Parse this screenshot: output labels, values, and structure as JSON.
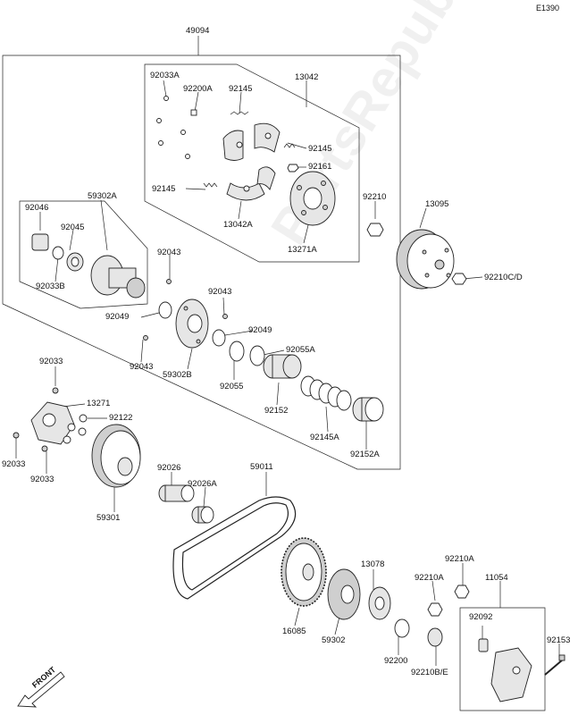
{
  "diagram_code": "E1390",
  "watermark": "PartsRepublik",
  "front_label": "FRONT",
  "labels": {
    "p49094": "49094",
    "p13042": "13042",
    "p92033A": "92033A",
    "p92200A": "92200A",
    "p92145a": "92145",
    "p92145b": "92145",
    "p92161": "92161",
    "p92145c": "92145",
    "p13042A": "13042A",
    "p13271A": "13271A",
    "p92210": "92210",
    "p13095": "13095",
    "p92210CD": "92210C/D",
    "p92046": "92046",
    "p59302A": "59302A",
    "p92045": "92045",
    "p92033B": "92033B",
    "p92043a": "92043",
    "p92043b": "92043",
    "p92049a": "92049",
    "p92049b": "92049",
    "p92055A": "92055A",
    "p92043c": "92043",
    "p59302B": "59302B",
    "p92055": "92055",
    "p92152": "92152",
    "p92145A": "92145A",
    "p92152A": "92152A",
    "p92033a": "92033",
    "p13271": "13271",
    "p92122": "92122",
    "p92033b": "92033",
    "p92033c": "92033",
    "p59301": "59301",
    "p92026": "92026",
    "p92026A": "92026A",
    "p59011": "59011",
    "p13078": "13078",
    "p92210A1": "92210A",
    "p92210A2": "92210A",
    "p11054": "11054",
    "p16085": "16085",
    "p59302": "59302",
    "p92200": "92200",
    "p92210BE": "92210B/E",
    "p92092": "92092",
    "p92153": "92153"
  }
}
